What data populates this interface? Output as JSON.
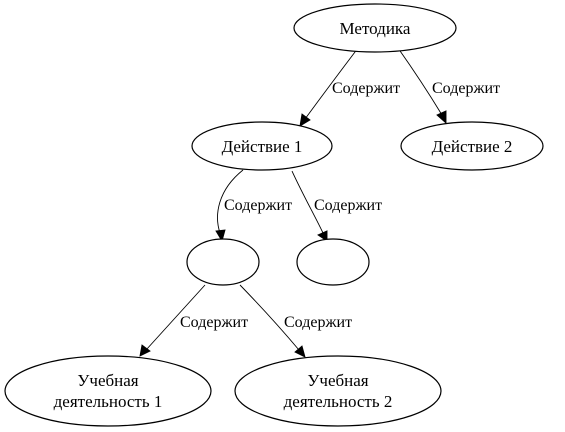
{
  "diagram": {
    "nodes": [
      {
        "id": "metodika",
        "lines": [
          "Методика"
        ]
      },
      {
        "id": "action1",
        "lines": [
          "Действие 1"
        ]
      },
      {
        "id": "action2",
        "lines": [
          "Действие 2"
        ]
      },
      {
        "id": "blank1",
        "lines": [
          ""
        ]
      },
      {
        "id": "blank2",
        "lines": [
          ""
        ]
      },
      {
        "id": "learning1",
        "lines": [
          "Учебная",
          "деятельность 1"
        ]
      },
      {
        "id": "learning2",
        "lines": [
          "Учебная",
          "деятельность 2"
        ]
      }
    ],
    "edges": [
      {
        "from": "metodika",
        "to": "action1",
        "label": "Содержит"
      },
      {
        "from": "metodika",
        "to": "action2",
        "label": "Содержит"
      },
      {
        "from": "action1",
        "to": "blank1",
        "label": "Содержит"
      },
      {
        "from": "action1",
        "to": "blank2",
        "label": "Содержит"
      },
      {
        "from": "blank1",
        "to": "learning1",
        "label": "Содержит"
      },
      {
        "from": "blank1",
        "to": "learning2",
        "label": "Содержит"
      }
    ]
  }
}
